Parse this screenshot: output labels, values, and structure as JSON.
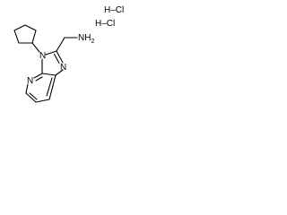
{
  "molecule": {
    "atoms": {
      "nh2": "NH",
      "nh2_subscript": "2",
      "n_ring_top": "N",
      "n_ring_mid": "N",
      "n_ring_bottom": "N"
    },
    "salts": {
      "hcl_upper": "H–Cl",
      "hcl_lower": "H–Cl"
    }
  }
}
